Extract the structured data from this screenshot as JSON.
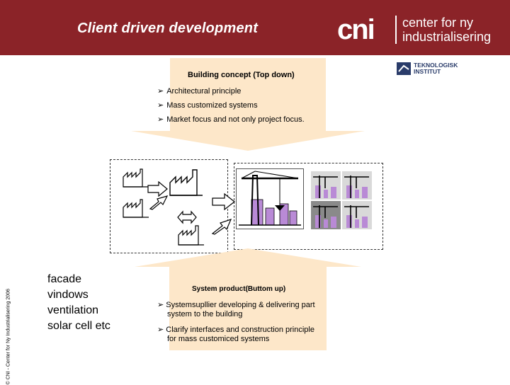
{
  "slide": {
    "title": "Client driven development"
  },
  "logo": {
    "mark": "cni",
    "line1": "center for ny",
    "line2": "industrialisering"
  },
  "partner_logo": {
    "line1": "TEKNOLOGISK",
    "line2": "INSTITUT"
  },
  "copyright": "© CNI - Center for Ny Industrialisering 2006",
  "top_concept": {
    "heading": "Building concept (Top down)",
    "bullets": [
      "Architectural principle",
      "Mass customized systems",
      "Market focus and not only project focus."
    ]
  },
  "bottom_concept": {
    "heading": "System product(Buttom up)",
    "bullets": [
      {
        "line1": "Systemsupllier developing & delivering part",
        "line2": "system to the building"
      },
      {
        "line1": "Clarify interfaces and construction principle",
        "line2": "for mass customiced systems"
      }
    ]
  },
  "left_list": [
    "facade",
    "vindows",
    "ventilation",
    "solar cell etc"
  ],
  "icons": {
    "bullet": "arrowhead-bullet-icon",
    "factory": "factory-icon",
    "crane": "construction-crane-icon",
    "arrow": "right-arrow-icon",
    "double_arrow": "double-arrow-icon"
  },
  "colors": {
    "header": "#8b2328",
    "concept_box": "#fde7c9",
    "building": "#b98ad6",
    "thumb_bg": "#d9d9d9",
    "thumb_dark": "#8a8a8a"
  }
}
